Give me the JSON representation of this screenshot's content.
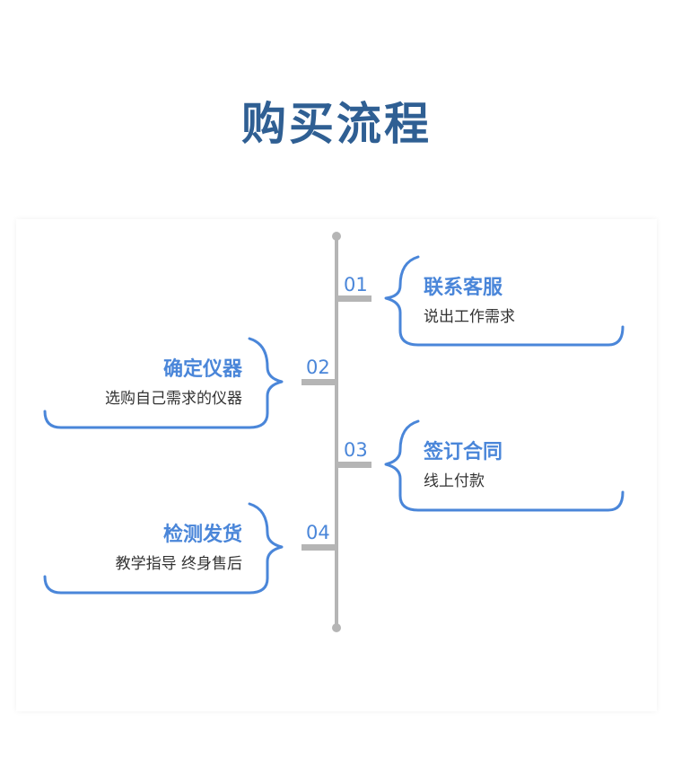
{
  "page": {
    "title": "购买流程"
  },
  "colors": {
    "title": "#2f5f93",
    "accent": "#4a86d9",
    "timeline": "#b5b5b5",
    "text": "#333333"
  },
  "steps": [
    {
      "number": "01",
      "title": "联系客服",
      "desc": "说出工作需求"
    },
    {
      "number": "02",
      "title": "确定仪器",
      "desc": "选购自己需求的仪器"
    },
    {
      "number": "03",
      "title": "签订合同",
      "desc": "线上付款"
    },
    {
      "number": "04",
      "title": "检测发货",
      "desc": "教学指导 终身售后"
    }
  ]
}
